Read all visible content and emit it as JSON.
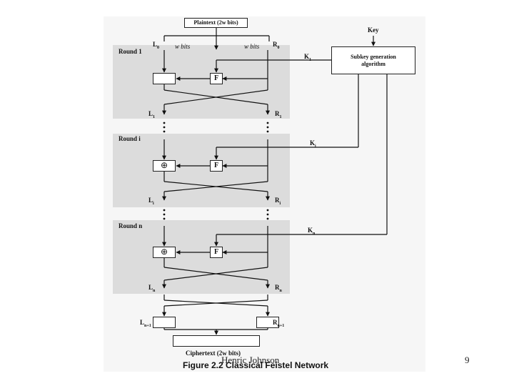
{
  "diagram": {
    "plaintext_label": "Plaintext (2w bits)",
    "ciphertext_label": "Ciphertext (2w bits)",
    "key_label": "Key",
    "subkey_box_label": "Subkey generation algorithm",
    "w_bits_label": "w bits",
    "function_label": "F",
    "xor_symbol": "⊕",
    "rounds": {
      "first": {
        "title": "Round 1",
        "key": "K",
        "key_sub": "1"
      },
      "middle": {
        "title": "Round i",
        "key": "K",
        "key_sub": "i"
      },
      "last": {
        "title": "Round n",
        "key": "K",
        "key_sub": "n"
      }
    },
    "left_labels": {
      "l0": {
        "base": "L",
        "sub": "0"
      },
      "l1": {
        "base": "L",
        "sub": "1"
      },
      "li": {
        "base": "L",
        "sub": "i"
      },
      "ln": {
        "base": "L",
        "sub": "n"
      },
      "ln1": {
        "base": "L",
        "sub": "n+1"
      }
    },
    "right_labels": {
      "r0": {
        "base": "R",
        "sub": "0"
      },
      "r1": {
        "base": "R",
        "sub": "1"
      },
      "ri": {
        "base": "R",
        "sub": "i"
      },
      "rn": {
        "base": "R",
        "sub": "n"
      },
      "rn1": {
        "base": "R",
        "sub": "n+1"
      }
    },
    "caption": "Figure 2.2 Classical Feistel Network"
  },
  "footer": {
    "author": "Henric Johnson",
    "page_number": "9"
  }
}
